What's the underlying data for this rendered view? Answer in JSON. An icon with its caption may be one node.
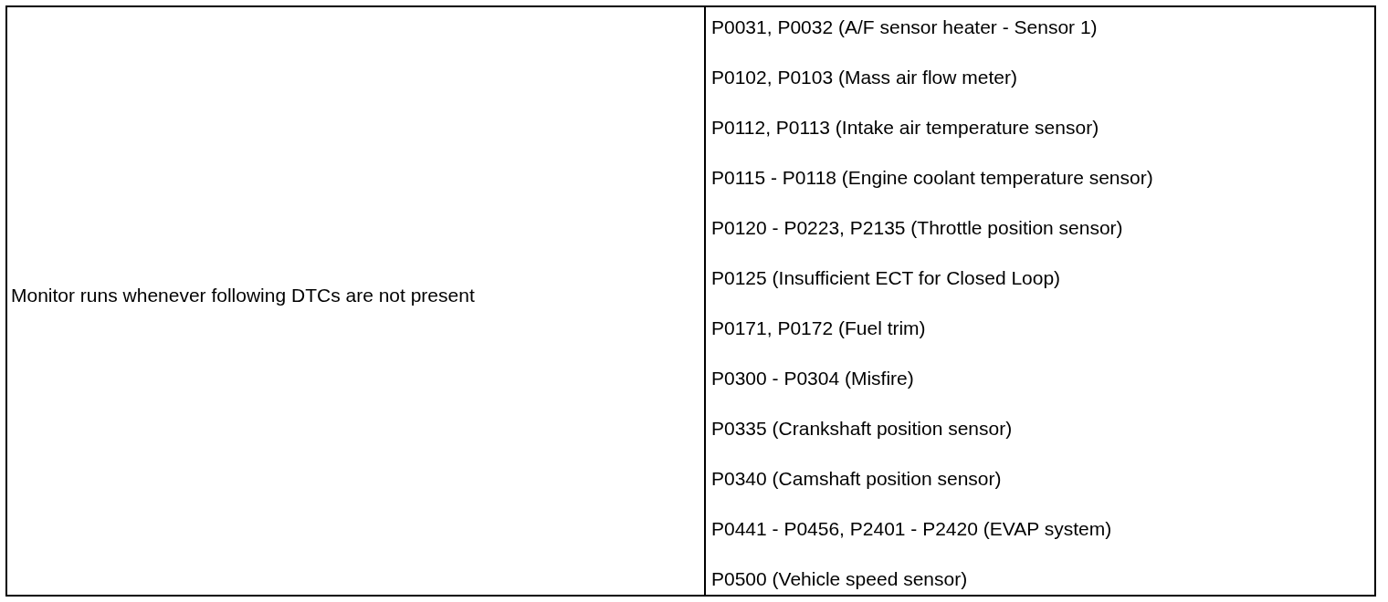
{
  "diagram": {
    "labels": [
      "Monitor runs whenever following DTCs are not present",
      "P0031, P0032 (A/F sensor heater - Sensor 1)",
      "P0102, P0103 (Mass air flow meter)",
      "P0112, P0113 (Intake air temperature sensor)",
      "P0115 - P0118 (Engine coolant temperature sensor)",
      "P0120 - P0223, P2135 (Throttle position sensor)",
      "P0125 (Insufficient ECT for Closed Loop)",
      "P0171, P0172 (Fuel trim)",
      "P0300 - P0304 (Misfire)",
      "P0335 (Crankshaft position sensor)",
      "P0340 (Camshaft position sensor)",
      "P0441 - P0456, P2401 - P2420 (EVAP system)",
      "P0500 (Vehicle speed sensor)"
    ]
  }
}
